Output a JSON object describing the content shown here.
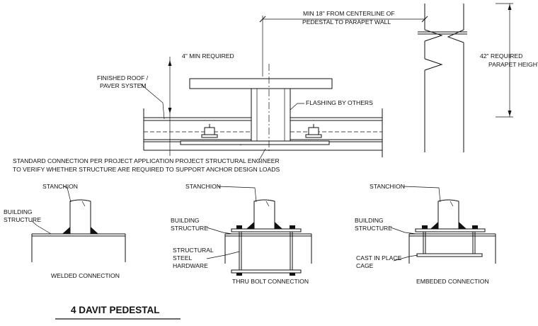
{
  "title": "4 DAVIT PEDESTAL",
  "main_detail": {
    "dim_parapet_offset": [
      "MIN 18\" FROM CENTERLINE OF",
      "PEDESTAL TO PARAPET WALL"
    ],
    "dim_min_height": "4\" MIN REQUIRED",
    "dim_parapet_height": [
      "42\" REQUIRED",
      "PARAPET HEIGHT"
    ],
    "label_finished_roof": [
      "FINISHED ROOF /",
      "PAVER SYSTEM"
    ],
    "label_flashing": "FLASHING BY OTHERS",
    "note_standard_connection": [
      "STANDARD CONNECTION PER PROJECT APPLICATION PROJECT STRUCTURAL ENGINEER",
      "TO VERIFY WHETHER STRUCTURE ARE REQUIRED TO SUPPORT ANCHOR DESIGN LOADS"
    ]
  },
  "details": [
    {
      "id": "welded",
      "stanchion": "STANCHION",
      "building_structure": [
        "BUILDING",
        "STRUCTURE"
      ],
      "caption": "WELDED CONNECTION"
    },
    {
      "id": "thru-bolt",
      "stanchion": "STANCHION",
      "building_structure": [
        "BUILDING",
        "STRUCTURE"
      ],
      "extra": [
        "STRUCTURAL",
        "STEEL",
        "HARDWARE"
      ],
      "caption": "THRU BOLT CONNECTION"
    },
    {
      "id": "embeded",
      "stanchion": "STANCHION",
      "building_structure": [
        "BUILDING",
        "STRUCTURE"
      ],
      "extra": [
        "CAST IN PLACE",
        "CAGE"
      ],
      "caption": "EMBEDED CONNECTION"
    }
  ]
}
